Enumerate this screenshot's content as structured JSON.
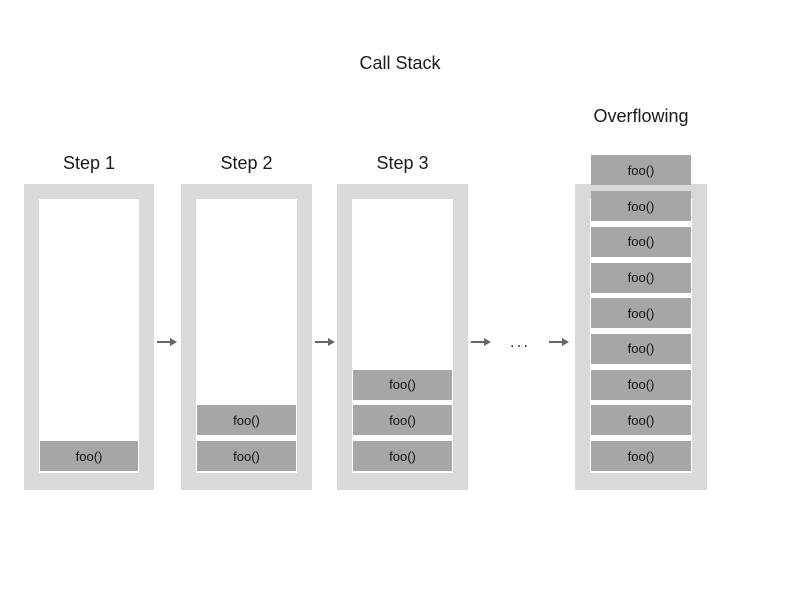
{
  "title": "Call Stack",
  "frame_label": "foo()",
  "ellipsis": "...",
  "colors": {
    "container": "#d9d9d9",
    "inner": "#ffffff",
    "frame": "#a6a6a6",
    "arrow": "#666666",
    "text": "#1a1a1a"
  },
  "panels": [
    {
      "label": "Step 1",
      "frames": 1
    },
    {
      "label": "Step 2",
      "frames": 2
    },
    {
      "label": "Step 3",
      "frames": 3
    },
    {
      "label": "Overflowing",
      "frames": 9
    }
  ]
}
